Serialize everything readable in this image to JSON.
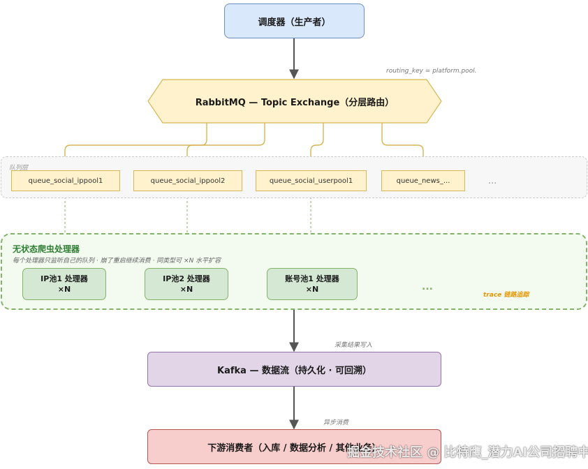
{
  "scheduler": {
    "label": "调度器（生产者）"
  },
  "exchange": {
    "label": "RabbitMQ — Topic Exchange（分层路由）"
  },
  "routing_note": "routing_key = platform.pool.",
  "queue_layer": {
    "title": "队列层",
    "queues": [
      "queue_social_ippool1",
      "queue_social_ippool2",
      "queue_social_userpool1",
      "queue_news_..."
    ],
    "more": "..."
  },
  "processor_layer": {
    "title": "无状态爬虫处理器",
    "subtitle": "每个处理器只监听自己的队列 · 崩了重启继续消费 · 同类型可 ×N 水平扩容",
    "processors": [
      {
        "name": "IP池1 处理器",
        "mult": "×N"
      },
      {
        "name": "IP池2 处理器",
        "mult": "×N"
      },
      {
        "name": "账号池1 处理器",
        "mult": "×N"
      }
    ],
    "more": "...",
    "trace": "trace 链路追踪"
  },
  "collect_note": "采集结果写入",
  "kafka": {
    "label": "Kafka — 数据流（持久化 · 可回溯）"
  },
  "async_note": "异步消费",
  "consumer": {
    "label": "下游消费者（入库 / 数据分析 / 其他业务）"
  },
  "watermark": "掘金技术社区 @ 比特鹰_潜力AI公司招聘中",
  "colors": {
    "scheduler_fill": "#dae8fc",
    "scheduler_border": "#6c8ebf",
    "exchange_fill": "#fff2cc",
    "exchange_border": "#d6b656",
    "queue_fill": "#fff2cc",
    "queue_border": "#d6b656",
    "processor_fill": "#d5e8d4",
    "processor_border": "#82b366",
    "processor_title": "#2e7d32",
    "trace": "#e69500",
    "kafka_fill": "#e1d5e7",
    "kafka_border": "#9673a6",
    "consumer_fill": "#f8cecc",
    "consumer_border": "#b85450"
  }
}
